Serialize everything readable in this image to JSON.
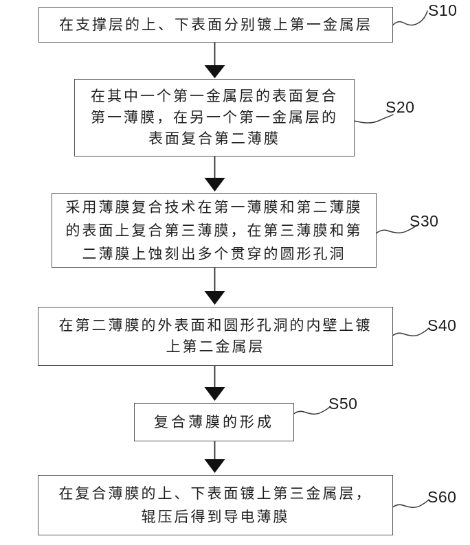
{
  "diagram": {
    "type": "flowchart",
    "colors": {
      "background": "#ffffff",
      "box_border": "#555555",
      "text_ink": "#1f1f1f",
      "connector": "#2e2e2e"
    },
    "steps": [
      {
        "label": "S10",
        "text": "在支撑层的上、下表面分别镀上第一金属层"
      },
      {
        "label": "S20",
        "text": "在其中一个第一金属层的表面复合\n第一薄膜，在另一个第一金属层的\n表面复合第二薄膜"
      },
      {
        "label": "S30",
        "text": "采用薄膜复合技术在第一薄膜和第二薄膜\n的表面上复合第三薄膜，在第三薄膜和第\n二薄膜上蚀刻出多个贯穿的圆形孔洞"
      },
      {
        "label": "S40",
        "text": "在第二薄膜的外表面和圆形孔洞的内壁上镀\n上第二金属层"
      },
      {
        "label": "S50",
        "text": "复合薄膜的形成"
      },
      {
        "label": "S60",
        "text": "在复合薄膜的上、下表面镀上第三金属层，\n辊压后得到导电薄膜"
      }
    ]
  }
}
